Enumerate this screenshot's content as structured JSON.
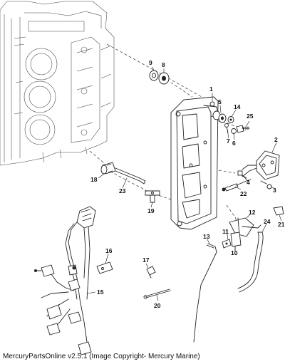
{
  "callouts": [
    {
      "id": "c1",
      "text": "1"
    },
    {
      "id": "c2",
      "text": "2"
    },
    {
      "id": "c3",
      "text": "3"
    },
    {
      "id": "c4",
      "text": "4"
    },
    {
      "id": "c5",
      "text": "5"
    },
    {
      "id": "c6",
      "text": "6"
    },
    {
      "id": "c7",
      "text": "7"
    },
    {
      "id": "c8",
      "text": "8"
    },
    {
      "id": "c9",
      "text": "9"
    },
    {
      "id": "c10",
      "text": "10"
    },
    {
      "id": "c11",
      "text": "11"
    },
    {
      "id": "c12",
      "text": "12"
    },
    {
      "id": "c13",
      "text": "13"
    },
    {
      "id": "c14",
      "text": "14"
    },
    {
      "id": "c15",
      "text": "15"
    },
    {
      "id": "c16",
      "text": "16"
    },
    {
      "id": "c17",
      "text": "17"
    },
    {
      "id": "c18",
      "text": "18"
    },
    {
      "id": "c19",
      "text": "19"
    },
    {
      "id": "c20",
      "text": "20"
    },
    {
      "id": "c21",
      "text": "21"
    },
    {
      "id": "c22",
      "text": "22"
    },
    {
      "id": "c23",
      "text": "23"
    },
    {
      "id": "c24",
      "text": "24"
    },
    {
      "id": "c25",
      "text": "25"
    }
  ],
  "caption": "MercuryPartsOnline v2.5.1 (Image Copyright- Mercury Marine)"
}
